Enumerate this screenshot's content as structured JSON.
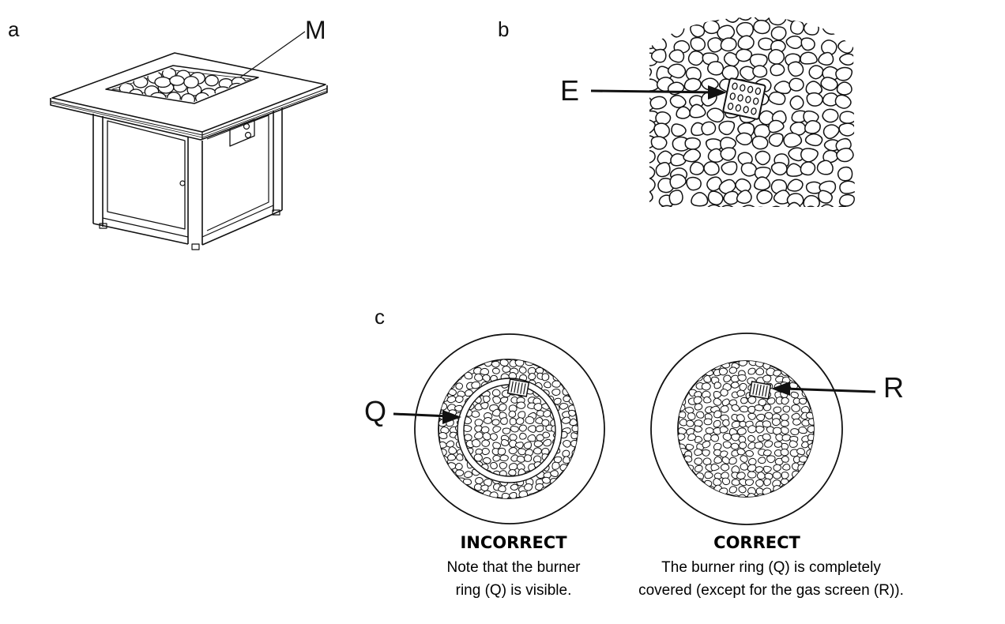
{
  "panels": {
    "a": {
      "letter": "a",
      "callout": "M"
    },
    "b": {
      "letter": "b",
      "callout": "E"
    },
    "c": {
      "letter": "c",
      "incorrect": {
        "callout": "Q",
        "verdict": "INCORRECT",
        "caption_lines": [
          "Note that the burner",
          "ring (Q) is visible."
        ]
      },
      "correct": {
        "callout": "R",
        "verdict": "CORRECT",
        "caption_lines": [
          "The burner ring (Q) is completely",
          "covered (except for the gas screen (R))."
        ]
      }
    }
  },
  "colors": {
    "ink": "#111111",
    "paper": "#ffffff"
  }
}
